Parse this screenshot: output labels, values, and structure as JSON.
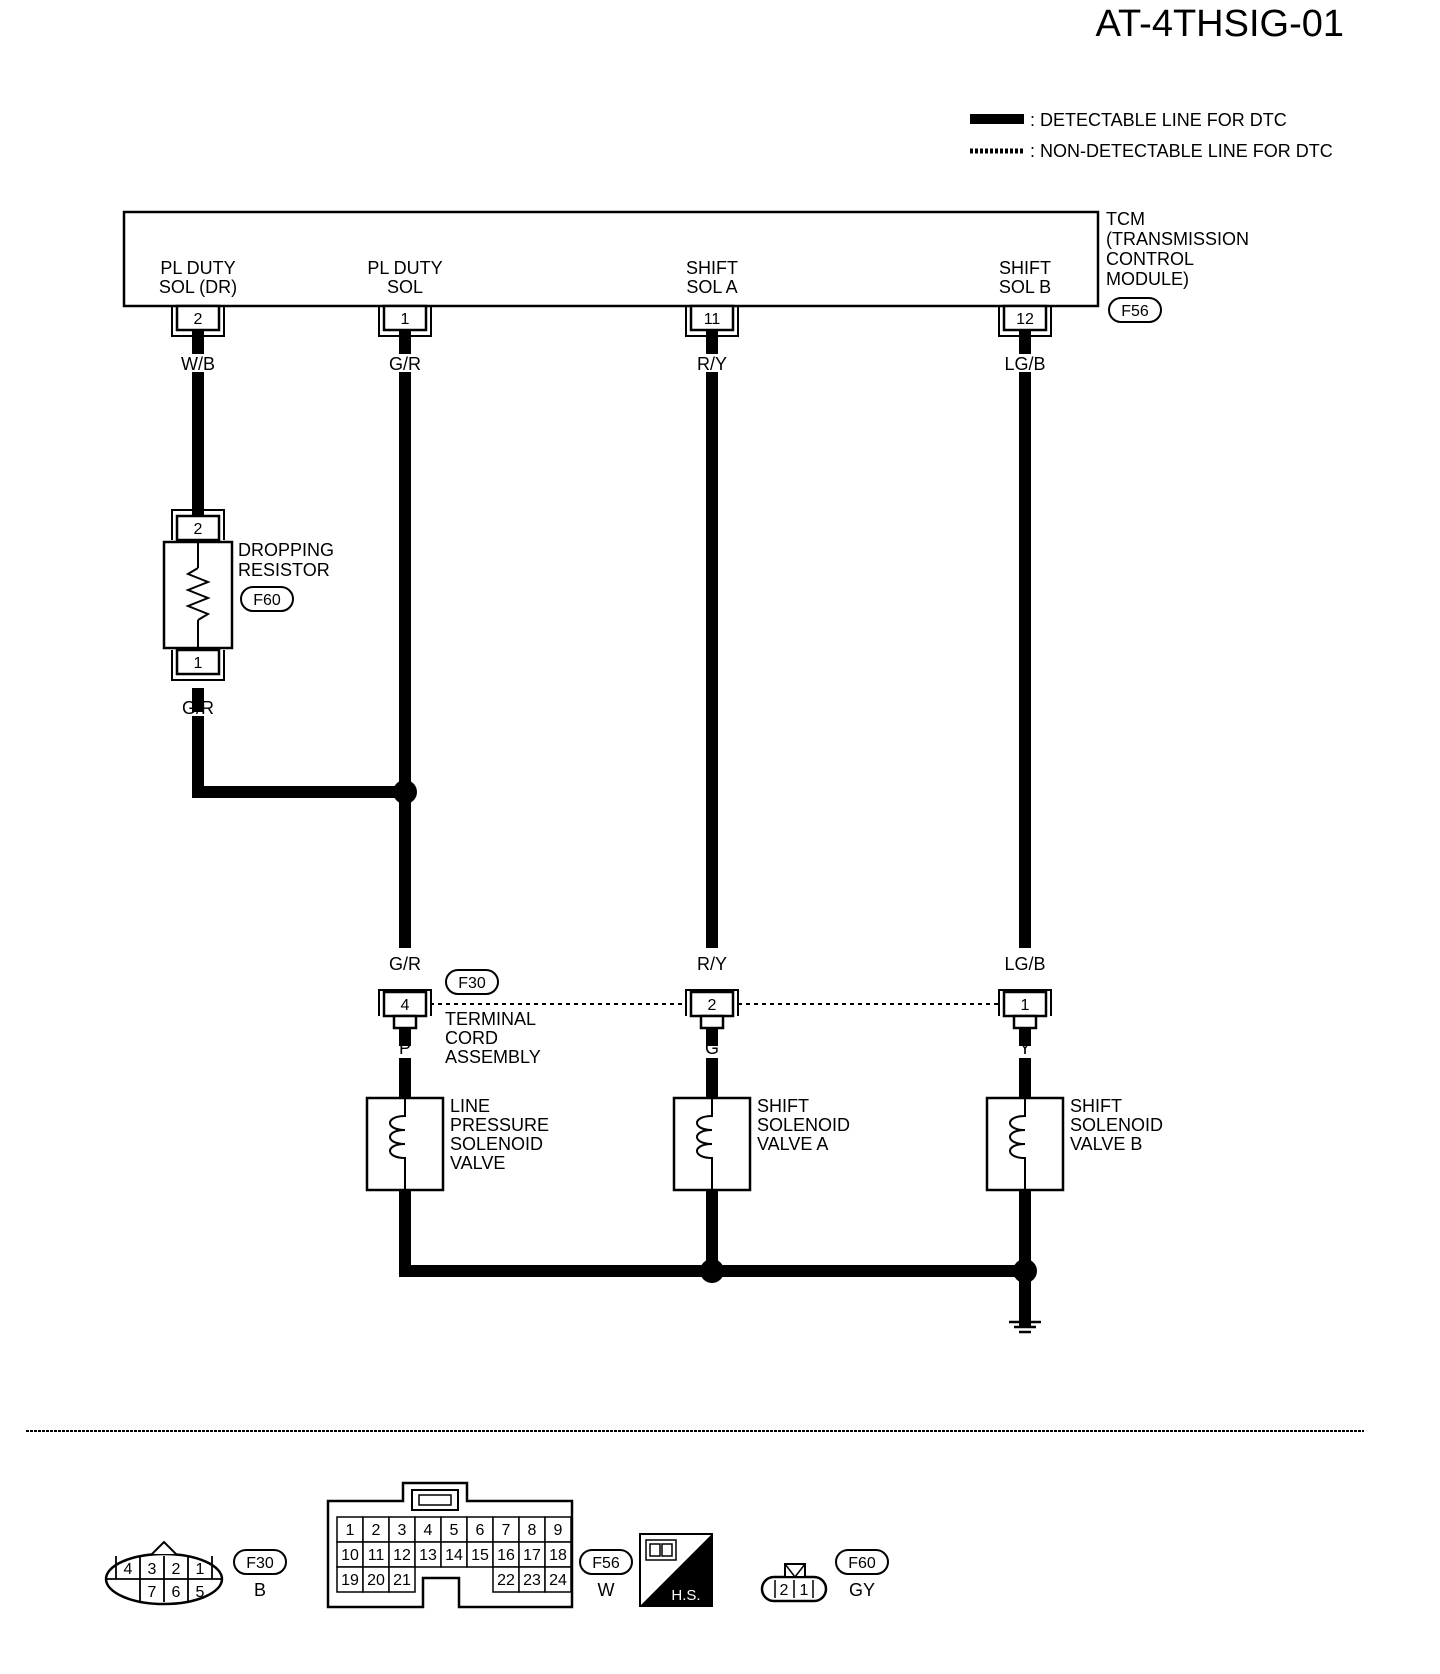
{
  "page_id": "AT-4THSIG-01",
  "legend": {
    "detectable": ": DETECTABLE LINE FOR DTC",
    "non_detectable": ": NON-DETECTABLE LINE FOR DTC"
  },
  "tcm": {
    "title": [
      "TCM",
      "(TRANSMISSION",
      "CONTROL",
      "MODULE)"
    ],
    "connector": "F56",
    "terminals": [
      {
        "name": [
          "PL DUTY",
          "SOL (DR)"
        ],
        "pin": "2",
        "wire": "W/B"
      },
      {
        "name": [
          "PL DUTY",
          "SOL"
        ],
        "pin": "1",
        "wire": "G/R"
      },
      {
        "name": [
          "SHIFT",
          "SOL A"
        ],
        "pin": "11",
        "wire": "R/Y"
      },
      {
        "name": [
          "SHIFT",
          "SOL B"
        ],
        "pin": "12",
        "wire": "LG/B"
      }
    ]
  },
  "resistor": {
    "name": [
      "DROPPING",
      "RESISTOR"
    ],
    "connector": "F60",
    "pin_top": "2",
    "pin_bottom": "1",
    "wire_out": "G/R"
  },
  "terminal_cord": {
    "name": [
      "TERMINAL",
      "CORD",
      "ASSEMBLY"
    ],
    "connector": "F30",
    "pins": [
      {
        "wire_in": "G/R",
        "pin": "4",
        "wire_out": "P"
      },
      {
        "wire_in": "R/Y",
        "pin": "2",
        "wire_out": "G"
      },
      {
        "wire_in": "LG/B",
        "pin": "1",
        "wire_out": "Y"
      }
    ]
  },
  "solenoids": [
    {
      "name": [
        "LINE",
        "PRESSURE",
        "SOLENOID",
        "VALVE"
      ]
    },
    {
      "name": [
        "SHIFT",
        "SOLENOID",
        "VALVE A"
      ]
    },
    {
      "name": [
        "SHIFT",
        "SOLENOID",
        "VALVE B"
      ]
    }
  ],
  "connector_views": {
    "f30": {
      "id": "F30",
      "color": "B",
      "top": [
        "4",
        "3",
        "2",
        "1"
      ],
      "bottom": [
        "7",
        "6",
        "5"
      ]
    },
    "f56": {
      "id": "F56",
      "color": "W",
      "row1": [
        "1",
        "2",
        "3",
        "4",
        "5",
        "6",
        "7",
        "8",
        "9"
      ],
      "row2": [
        "10",
        "11",
        "12",
        "13",
        "14",
        "15",
        "16",
        "17",
        "18"
      ],
      "row3_left": [
        "19",
        "20",
        "21"
      ],
      "row3_right": [
        "22",
        "23",
        "24"
      ],
      "hs": "H.S."
    },
    "f60": {
      "id": "F60",
      "color": "GY",
      "pins": [
        "2",
        "1"
      ]
    }
  }
}
